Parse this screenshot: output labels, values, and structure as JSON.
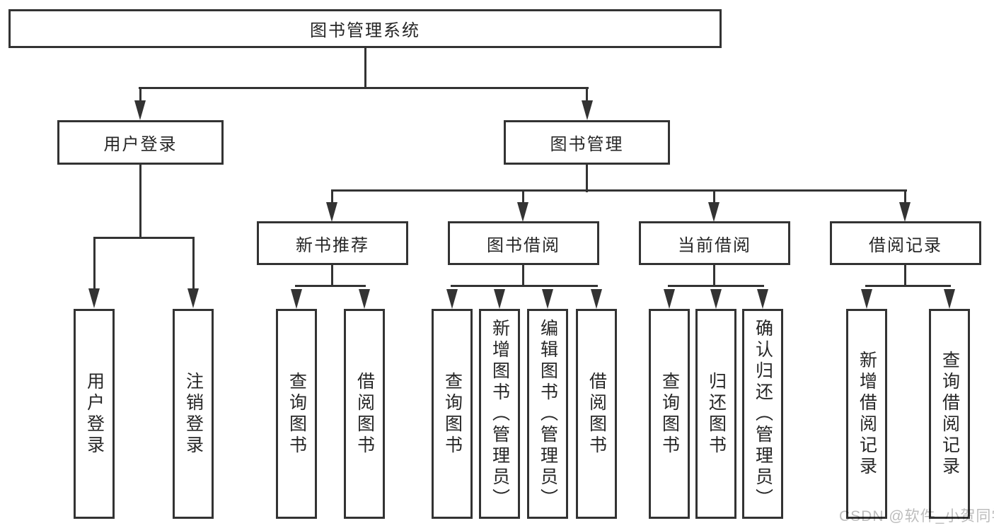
{
  "diagram": {
    "title": "图书管理系统",
    "level2": [
      "用户登录",
      "图书管理"
    ],
    "level3": [
      "新书推荐",
      "图书借阅",
      "当前借阅",
      "借阅记录"
    ],
    "leaves_login": [
      "用户登录",
      "注销登录"
    ],
    "leaves_newbook": [
      "查询图书",
      "借阅图书"
    ],
    "leaves_borrow": [
      "查询图书",
      "新增图书（管理员）",
      "编辑图书（管理员）",
      "借阅图书"
    ],
    "leaves_current": [
      "查询图书",
      "归还图书",
      "确认归还（管理员）"
    ],
    "leaves_records": [
      "新增借阅记录",
      "查询借阅记录"
    ]
  },
  "watermark": "CSDN @软件_小贺同学",
  "colors": {
    "line": "#333333",
    "text": "#262626",
    "background": "#ffffff",
    "watermark": "#bcbcbc"
  }
}
